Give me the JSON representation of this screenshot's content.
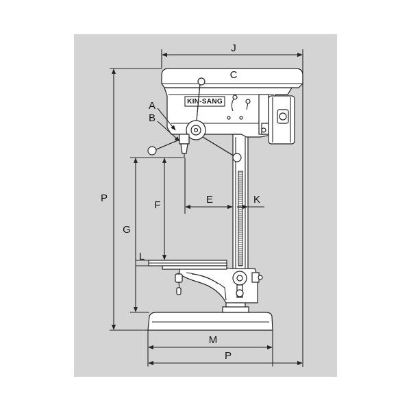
{
  "brand": "KIN-SANG",
  "labels": {
    "J": "J",
    "C": "C",
    "A": "A",
    "B": "B",
    "P_vertical": "P",
    "G": "G",
    "F": "F",
    "E": "E",
    "K": "K",
    "L": "L",
    "M": "M",
    "P_horizontal": "P"
  },
  "colors": {
    "background_panel": "#d4d4d4",
    "machine_fill": "#ffffff",
    "line": "#222222"
  }
}
